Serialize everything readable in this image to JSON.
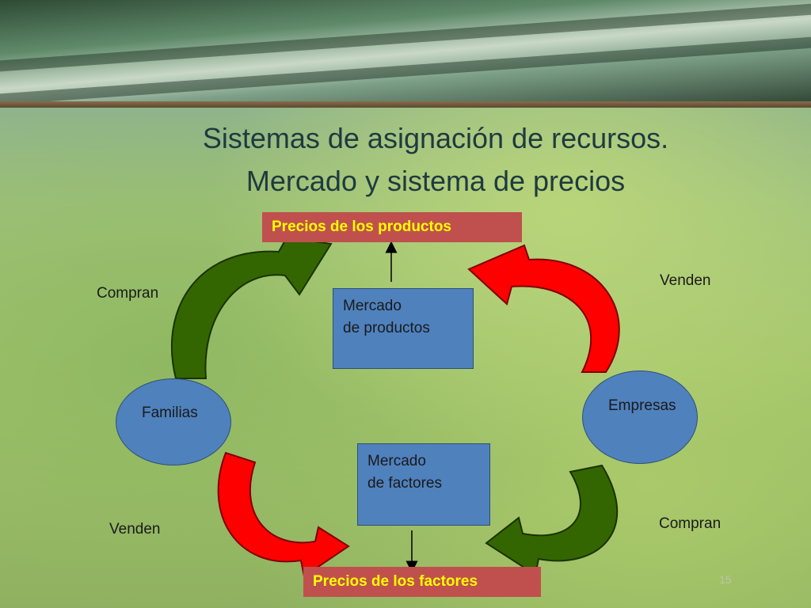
{
  "title": {
    "line1": "Sistemas de asignación de recursos.",
    "line2": "Mercado y sistema de precios"
  },
  "labels": {
    "product_prices": "Precios de los productos",
    "factor_prices": "Precios de los factores"
  },
  "markets": {
    "products": {
      "line1": "Mercado",
      "line2": "de productos"
    },
    "factors": {
      "line1": "Mercado",
      "line2": "de factores"
    }
  },
  "agents": {
    "households": "Familias",
    "firms": "Empresas"
  },
  "flows": {
    "households_top": "Compran",
    "firms_top": "Venden",
    "households_bottom": "Venden",
    "firms_bottom": "Compran"
  },
  "slide_number": "15",
  "colors": {
    "label_fill": "#c0504d",
    "label_text": "#ffff00",
    "shape_fill": "#4f81bd",
    "arrow_green": "#336600",
    "arrow_red": "#ff0000"
  }
}
